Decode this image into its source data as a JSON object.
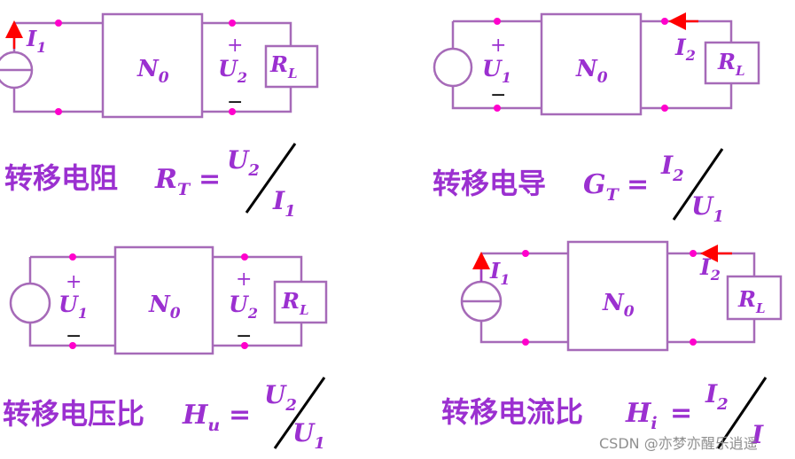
{
  "colors": {
    "wire": "#a66ab8",
    "node": "#ff00cc",
    "arrow": "#ff0000",
    "symbol": "#9b30d0",
    "formula": "#000000",
    "watermark": "#8f8f8f"
  },
  "panels": [
    {
      "source_current": "I",
      "source_current_sub": "1",
      "network_label": "N",
      "network_sub": "0",
      "output_voltage": "U",
      "output_voltage_sub": "2",
      "plus": "+",
      "minus": "−",
      "load": "R",
      "load_sub": "L",
      "name": "转移电阻",
      "symbol": "R",
      "symbol_sub": "T",
      "equals": "=",
      "numerator": "U",
      "numerator_sub": "2",
      "denominator": "I",
      "denominator_sub": "1"
    },
    {
      "source_voltage": "U",
      "source_voltage_sub": "1",
      "plus": "+",
      "minus": "−",
      "network_label": "N",
      "network_sub": "0",
      "output_current": "I",
      "output_current_sub": "2",
      "load": "R",
      "load_sub": "L",
      "name": "转移电导",
      "symbol": "G",
      "symbol_sub": "T",
      "equals": "=",
      "numerator": "I",
      "numerator_sub": "2",
      "denominator": "U",
      "denominator_sub": "1"
    },
    {
      "source_voltage": "U",
      "source_voltage_sub": "1",
      "plus": "+",
      "minus": "−",
      "network_label": "N",
      "network_sub": "0",
      "output_voltage": "U",
      "output_voltage_sub": "2",
      "load": "R",
      "load_sub": "L",
      "name": "转移电压比",
      "symbol": "H",
      "symbol_sub": "u",
      "equals": "=",
      "numerator": "U",
      "numerator_sub": "2",
      "denominator": "U",
      "denominator_sub": "1"
    },
    {
      "source_current": "I",
      "source_current_sub": "1",
      "network_label": "N",
      "network_sub": "0",
      "output_current": "I",
      "output_current_sub": "2",
      "load": "R",
      "load_sub": "L",
      "name": "转移电流比",
      "symbol": "H",
      "symbol_sub": "i",
      "equals": "=",
      "numerator": "I",
      "numerator_sub": "2",
      "denominator": "I",
      "denominator_sub": ""
    }
  ],
  "watermark": "CSDN @亦梦亦醒乐逍遥"
}
